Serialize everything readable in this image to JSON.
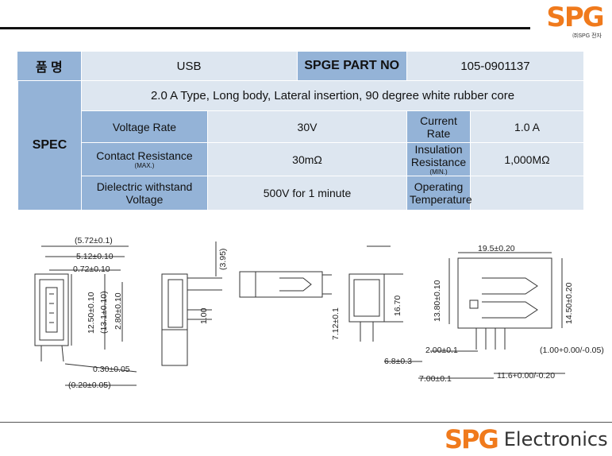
{
  "header": {
    "logo_text": "SPG",
    "logo_sub": "㈜SPG 전자"
  },
  "spec_table": {
    "name_label": "품  명",
    "name_value": "USB",
    "part_no_label": "SPGE PART NO",
    "part_no_value": "105-0901137",
    "spec_label": "SPEC",
    "description": "2.0 A Type, Long body, Lateral insertion, 90 degree white rubber core",
    "rows": [
      {
        "l1": "Voltage Rate",
        "l1_sub": "",
        "v1": "30V",
        "l2": "Current Rate",
        "l2_sub": "",
        "v2": "1.0 A"
      },
      {
        "l1": "Contact Resistance",
        "l1_sub": "(MAX.)",
        "v1": "30mΩ",
        "l2": "Insulation Resistance",
        "l2_sub": "(MIN.)",
        "v2": "1,000MΩ"
      },
      {
        "l1": "Dielectric withstand Voltage",
        "l1_sub": "",
        "v1": "500V for 1 minute",
        "l2": "Operating Temperature",
        "l2_sub": "",
        "v2": ""
      }
    ]
  },
  "drawing_dims": {
    "front": [
      "(5.72±0.1)",
      "5.12±0.10",
      "0.72±0.10",
      "12.50±0.10",
      "(13.1±0.10)",
      "2.80±0.10",
      "0.30±0.05",
      "(0.20±0.05)"
    ],
    "side": [
      "(3.95)",
      "1.00"
    ],
    "side2": [
      "7.12±0.1",
      "16.70",
      "6.8±0.3"
    ],
    "top": [
      "19.5±0.20",
      "13.80±0.10",
      "14.50±0.20",
      "2.00±0.1",
      "(1.00+0.00/-0.05)",
      "7.00±0.1",
      "11.6+0.00/-0.20"
    ]
  },
  "footer": {
    "logo_text": "SPG",
    "word": "Electronics"
  },
  "colors": {
    "header_blue": "#94b3d7",
    "light_blue": "#dde6f0",
    "brand_orange": "#f07a1c"
  }
}
